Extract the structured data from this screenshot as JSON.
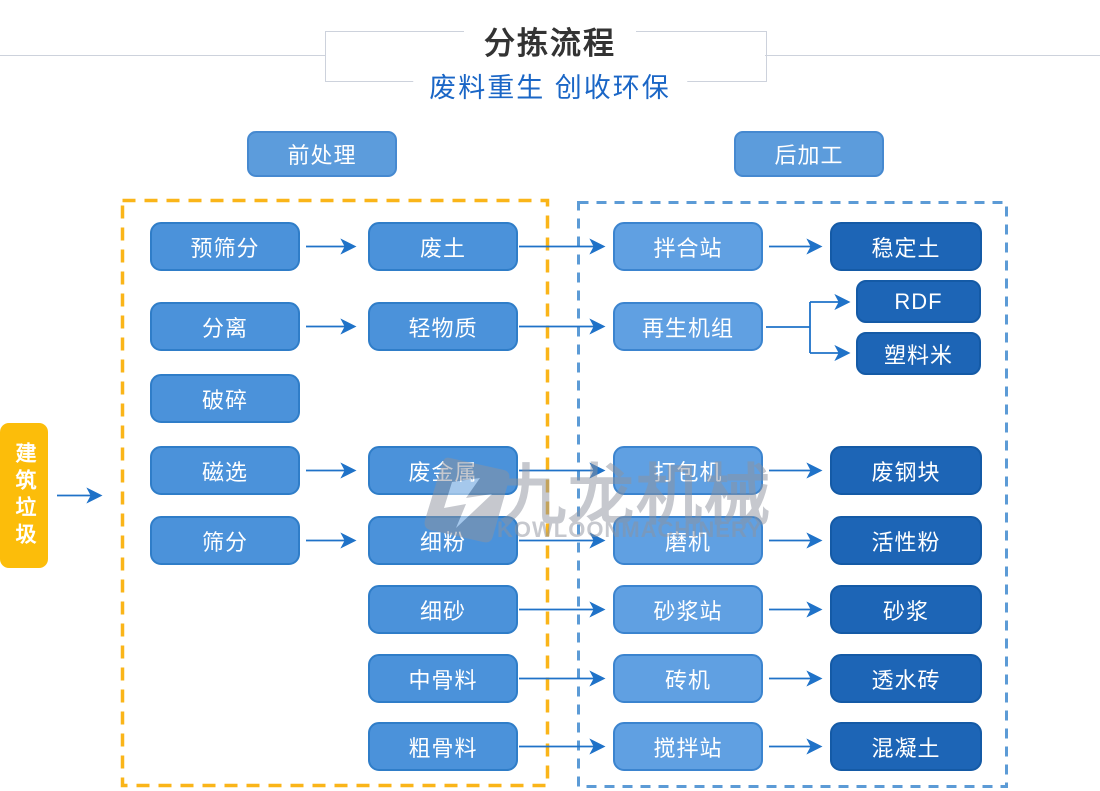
{
  "header": {
    "title": "分拣流程",
    "subtitle": "废料重生 创收环保"
  },
  "sections": {
    "pre": "前处理",
    "post": "后加工"
  },
  "source": {
    "label": "建筑垃圾"
  },
  "nodes": {
    "pre_screening": {
      "label": "预筛分"
    },
    "separation": {
      "label": "分离"
    },
    "crushing": {
      "label": "破碎"
    },
    "magnetic_separation": {
      "label": "磁选"
    },
    "screening": {
      "label": "筛分"
    },
    "waste_soil": {
      "label": "废土"
    },
    "light_material": {
      "label": "轻物质"
    },
    "waste_metal": {
      "label": "废金属"
    },
    "fine_powder": {
      "label": "细粉"
    },
    "fine_sand": {
      "label": "细砂"
    },
    "medium_aggregate": {
      "label": "中骨料"
    },
    "coarse_aggregate": {
      "label": "粗骨料"
    },
    "mixing_plant": {
      "label": "拌合站"
    },
    "regeneration_unit": {
      "label": "再生机组"
    },
    "baler": {
      "label": "打包机"
    },
    "mill": {
      "label": "磨机"
    },
    "mortar_plant": {
      "label": "砂浆站"
    },
    "brick_machine": {
      "label": "砖机"
    },
    "stirring_plant": {
      "label": "搅拌站"
    },
    "stabilized_soil": {
      "label": "稳定土"
    },
    "rdf": {
      "label": "RDF"
    },
    "plastic_pellets": {
      "label": "塑料米"
    },
    "scrap_steel": {
      "label": "废钢块"
    },
    "active_powder": {
      "label": "活性粉"
    },
    "mortar": {
      "label": "砂浆"
    },
    "permeable_brick": {
      "label": "透水砖"
    },
    "concrete": {
      "label": "混凝土"
    }
  },
  "watermark": {
    "cn": "九龙机械",
    "en": "KOWLOONMACHINERY"
  },
  "colors": {
    "accent_yellow": "#fcbd0a",
    "node_blue": "#4b92da",
    "node_light_blue": "#60a0e2",
    "node_dark_blue": "#1d65b6",
    "arrow_blue": "#1f72c8",
    "dashed_yellow": "#fab519",
    "dashed_blue": "#5c9bd6",
    "subtitle_blue": "#1a66c6",
    "title_dark": "#333333",
    "watermark_gray": "#8e939e"
  }
}
